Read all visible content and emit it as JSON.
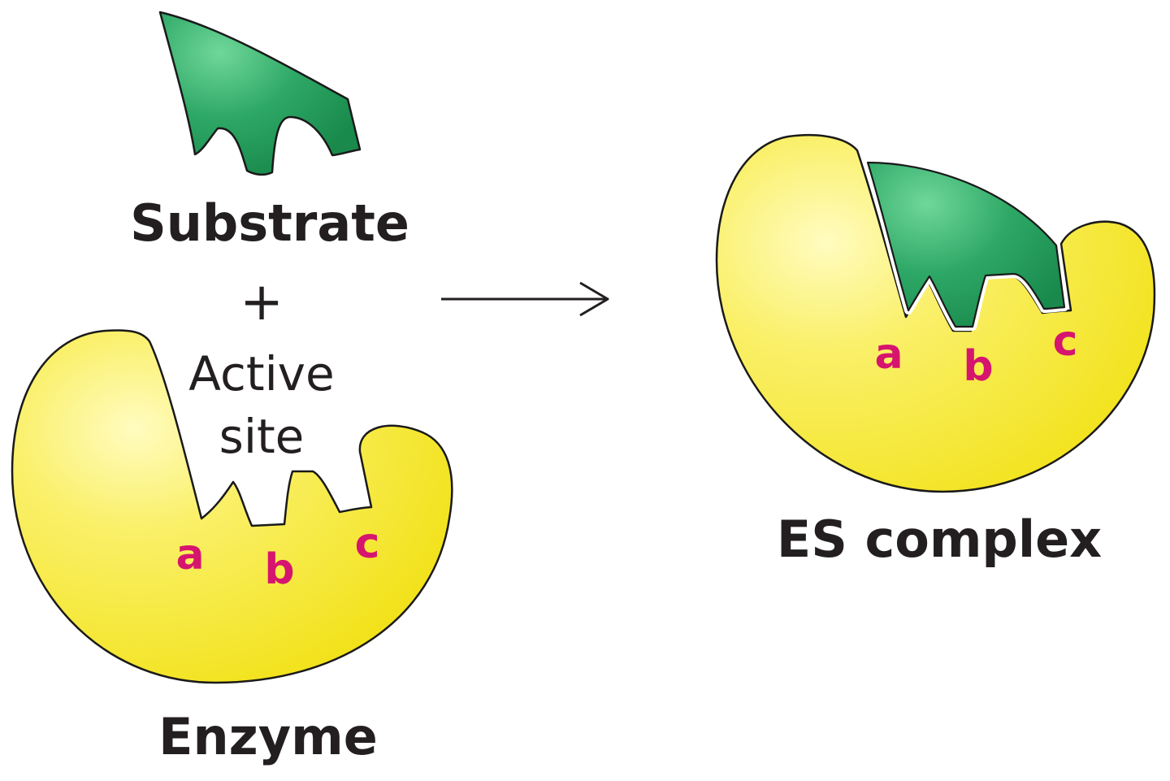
{
  "labels": {
    "substrate": "Substrate",
    "plus": "+",
    "active_site_line1": "Active",
    "active_site_line2": "site",
    "enzyme": "Enzyme",
    "es_complex": "ES complex"
  },
  "sites": {
    "enzyme": [
      "a",
      "b",
      "c"
    ],
    "complex": [
      "a",
      "b",
      "c"
    ]
  },
  "colors": {
    "enzyme_fill": "#f7ea1e",
    "enzyme_highlight": "#fffbb0",
    "substrate_fill": "#1f9e5a",
    "substrate_highlight": "#5fcf8c",
    "outline": "#1a1a1a",
    "site_label": "#d6156f",
    "text": "#231f20"
  }
}
